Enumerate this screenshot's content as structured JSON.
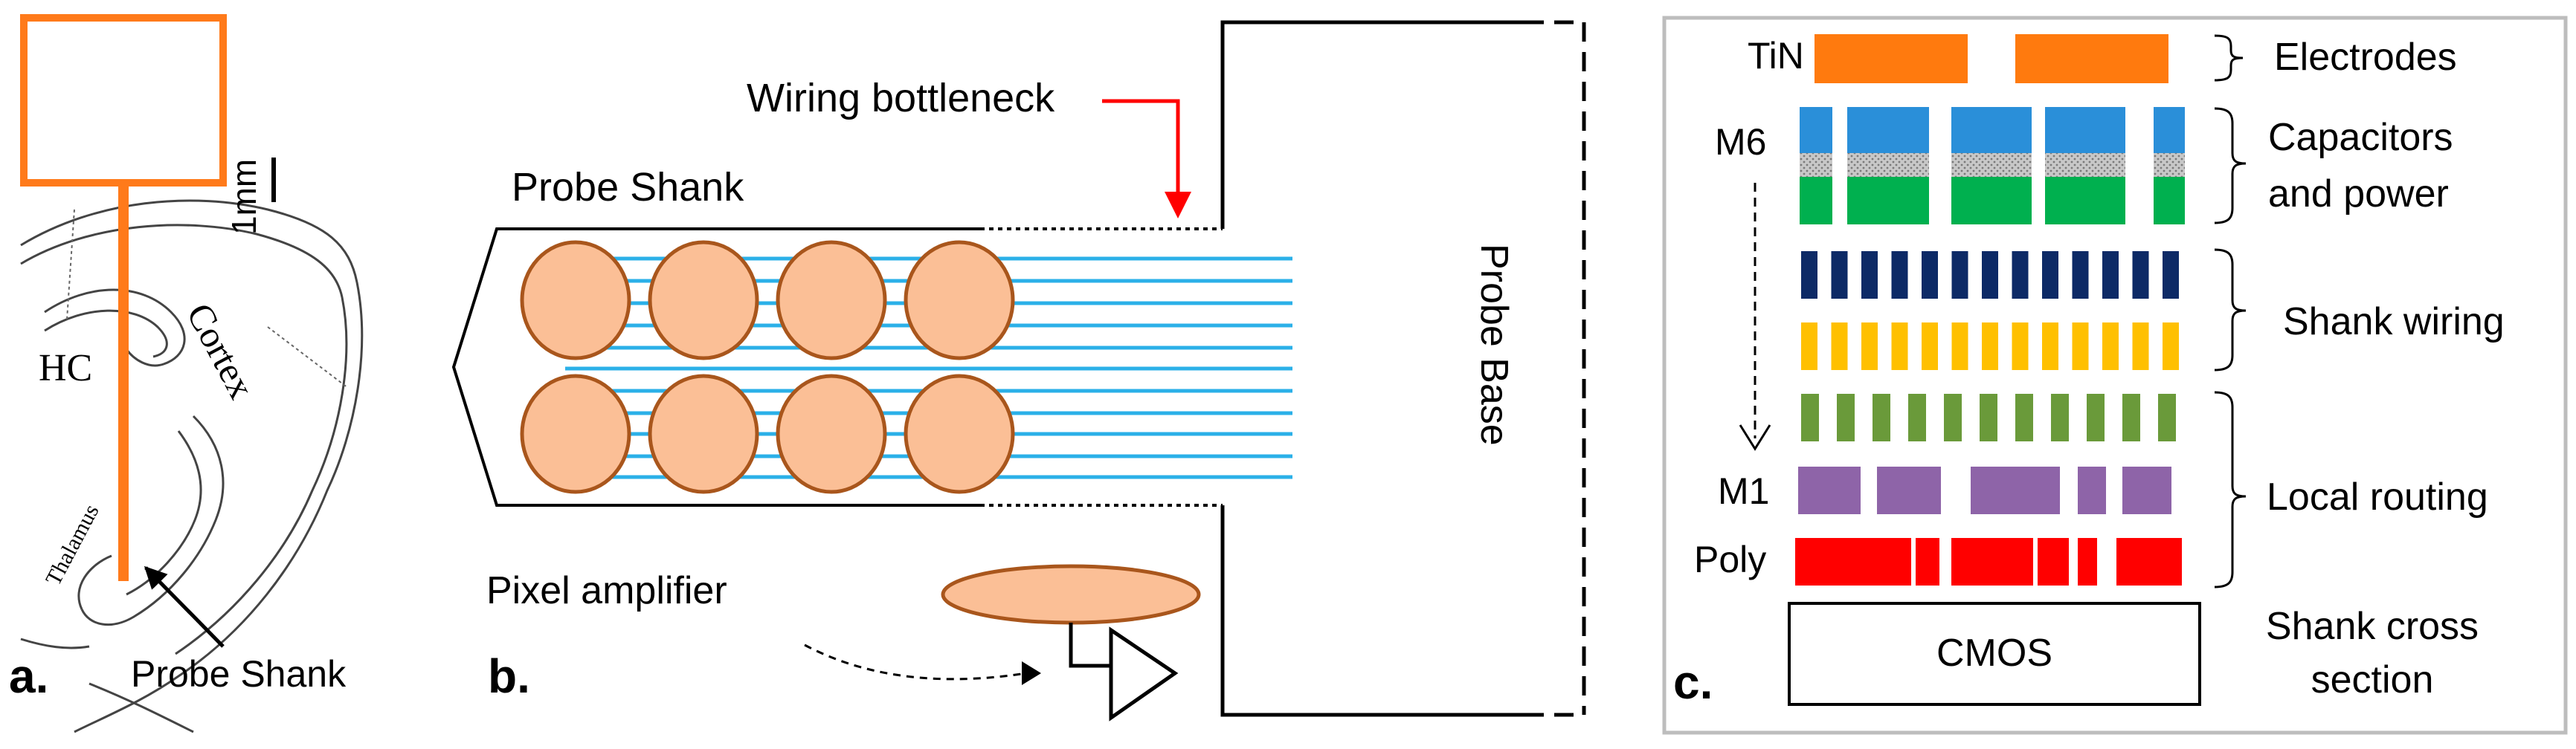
{
  "panel_a": {
    "letter": "a.",
    "scale_label": "1mm",
    "region_hc": "HC",
    "region_cortex": "Cortex",
    "region_thalamus": "Thalamus",
    "shank_label": "Probe Shank",
    "colors": {
      "probe": "#ff7a1a"
    }
  },
  "panel_b": {
    "letter": "b.",
    "bottleneck_label": "Wiring bottleneck",
    "shank_label": "Probe Shank",
    "base_label": "Probe Base",
    "amplifier_label": "Pixel amplifier",
    "colors": {
      "pixel_fill": "#fbbf96",
      "pixel_stroke": "#a9561c",
      "wire": "#2bb0e8",
      "bottleneck": "#ff0000"
    }
  },
  "panel_c": {
    "letter": "c.",
    "layers": [
      {
        "name": "TiN",
        "color": "#ff7a0e"
      },
      {
        "name": "M6",
        "color": "#2a8fd9",
        "color2": "#00b04f"
      },
      {
        "name": "",
        "color": "#0d2a66"
      },
      {
        "name": "",
        "color": "#ffc000"
      },
      {
        "name": "",
        "color": "#6a9a3a"
      },
      {
        "name": "M1",
        "color": "#8e64a8"
      },
      {
        "name": "Poly",
        "color": "#ff0000"
      }
    ],
    "cmos_label": "CMOS",
    "groups": [
      {
        "line1": "Electrodes",
        "line2": ""
      },
      {
        "line1": "Capacitors",
        "line2": "and power"
      },
      {
        "line1": "Shank wiring",
        "line2": ""
      },
      {
        "line1": "Local routing",
        "line2": ""
      }
    ],
    "cross_section": {
      "line1": "Shank cross",
      "line2": "section"
    }
  }
}
